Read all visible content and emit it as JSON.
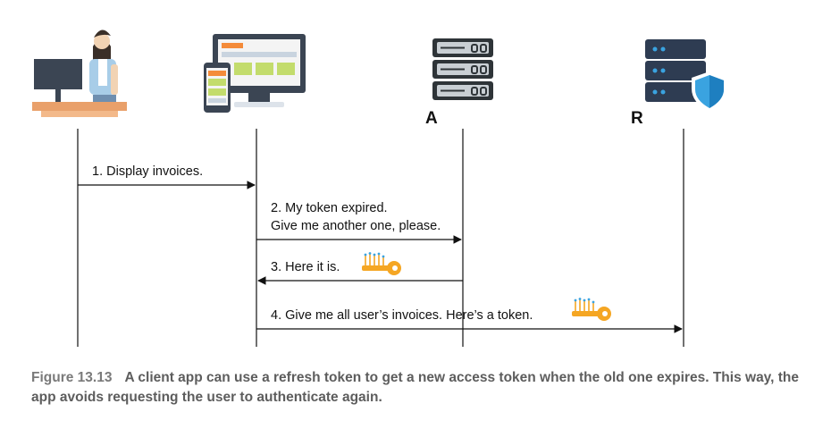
{
  "participants": [
    {
      "id": "user",
      "icon": "user-at-desk-icon",
      "label": ""
    },
    {
      "id": "client",
      "icon": "client-app-devices-icon",
      "label": ""
    },
    {
      "id": "auth",
      "icon": "server-rack-icon",
      "label": "A"
    },
    {
      "id": "resource",
      "icon": "secure-server-icon",
      "label": "R"
    }
  ],
  "messages": [
    {
      "id": "m1",
      "lines": [
        "1. Display invoices."
      ],
      "from": "user",
      "to": "client",
      "key": false
    },
    {
      "id": "m2",
      "lines": [
        "2. My token expired.",
        "Give me another one, please."
      ],
      "from": "client",
      "to": "auth",
      "key": false
    },
    {
      "id": "m3",
      "lines": [
        "3. Here it is."
      ],
      "from": "auth",
      "to": "client",
      "key": true
    },
    {
      "id": "m4",
      "lines": [
        "4. Give me all user’s invoices. Here’s a token."
      ],
      "from": "client",
      "to": "resource",
      "key": true
    }
  ],
  "caption": {
    "figure": "Figure 13.13",
    "text": "A client app can use a refresh token to get a new access token when the old one expires. This way, the app avoids requesting the user to authenticate again."
  },
  "colors": {
    "line": "#111111",
    "key": "#f5a623",
    "shield": "#3aa3e0",
    "server_dark": "#2e3c52",
    "monitor": "#3b4553",
    "screen_green": "#c3dc6c",
    "screen_orange": "#f48b3a",
    "desk": "#e9a06a"
  }
}
